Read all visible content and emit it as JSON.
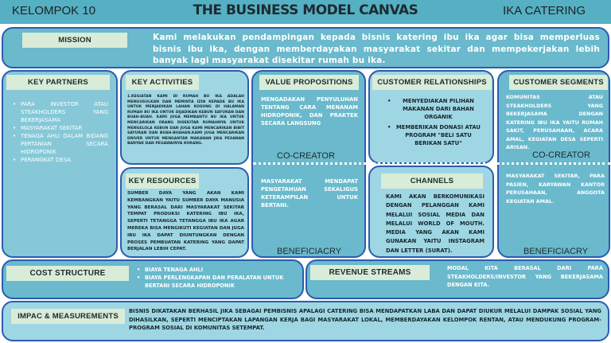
{
  "header": {
    "group": "KELOMPOK 10",
    "title": "THE BUSINESS MODEL CANVAS",
    "company": "IKA CATERING"
  },
  "mission": {
    "label": "MISSION",
    "text": "Kami melakukan pendampingan kepada bisnis katering ibu ika agar bisa memperluas bisnis ibu ika, dengan memberdayakan masyarakat sekitar dan mempekerjakan lebih banyak lagi masyarakat disekitar rumah bu ika."
  },
  "key_partners": {
    "label": "KEY PARTNERS",
    "items": [
      "PARA INVESTOR ATAU STEAKHOLDERS YANG BEKERJASAMA",
      "MASYARAKAT SEKITAR",
      "TENAGA AHLI DALAM BIDANG PERTANIAN SECARA HIDROPONIK",
      "PERANGKAT DESA"
    ]
  },
  "key_activities": {
    "label": "KEY ACTIVITIES",
    "text": "1.KEGIATAN KAMI DI RUMAH BU IKA ADALAH MENGUSULKAN DAN MEMINTA IZIN KEPADA BU IKA UNTUK MENJADIKAN LAHAN KOSONG DI HALAMAN RUMAH BU IKA UNTUK DIJADIKAN KEBUN SAYURAN DAN BUAH-BUAH. KAMI JUGA MEMBANTU BU IKA UNTUK MENCARIKAN ORANG DISEKITAR RUMAHNYA UNTUK MENGELOLA KEBUN DAN JUGA KAMI MENCARIKAN BIBIT SAYURAN DAN BUAH-BUAHAN.KAMI JUGA MENCARIKAN DRIVER UNTUK MENGANTAR MAKANAN JIKA PESANAN BANYAK DAN PEGAWAINYA KURANG."
  },
  "key_resources": {
    "label": "KEY RESOURCES",
    "text": "SUMBER DAYA YANG AKAN KAMI KEMBANGKAN YAITU SUMBER DAYA MANUSIA YANG BERASAL DARI MASYARAKAT SEKITAR TEMPAT PRODUKSI KATERING IBU IKA, SEPERTI TETANGGA TETANGGA IBU IKA AGAR MEREKA BISA MENGIKUTI KEGIATAN DAN JUGA IBU IKA DAPAT DIUNTUNGKAN DENGAN PROSES PEMBUATAN KATERING YANG DAPAT BERJALAN LEBIH CEPAT."
  },
  "value_propositions": {
    "label": "VALUE PROPOSITIONS",
    "text_top": "MENGADAKAN PENYULUHAN TENTANG CARA MENANAM HIDROPONIK, DAN PRAKTEK SECARA LANGSUNG",
    "co_creator": "CO-CREATOR",
    "text_bottom": "MASYARAKAT MENDAPAT PENGETAHUAN SEKALIGUS KETERAMPILAN UNTUK BERTANI.",
    "beneficiary": "BENEFICIACRY"
  },
  "customer_relationships": {
    "label": "CUSTOMER RELATIONSHIPS",
    "items": [
      "MENYEDIAKAN PILIHAN MAKANAN DARI BAHAN ORGANIK",
      "MEMBERIKAN DONASI ATAU PROGRAM \"BELI SATU BERIKAN SATU\""
    ]
  },
  "channels": {
    "label": "CHANNELS",
    "text": "KAMI AKAN BERKOMUNIKASI DENGAN PELANGGAN KAMI MELALUI SOSIAL MEDIA DAN MELALUI WORLD OF MOUTH. MEDIA YANG AKAN KAMI GUNAKAN YAITU INSTAGRAM DAN LETTER (SURAT)."
  },
  "customer_segments": {
    "label": "CUSTOMER SEGMENTS",
    "text_top": "KOMUNITAS ATAU STEAKHOLDERS YANG BEKERJASAMA DENGAN KATERING IBU IKA YAITU RUMAH SAKIT, PERUSAHAAN, ACARA AMAL, KEGIATAN DESA SEPERTI ARISAN.",
    "co_creator": "CO-CREATOR",
    "text_bottom": "MASYARAKAT SEKITAR, PARA PASIEN, KARYAWAN KANTOR PERUSAHAAN, ANGGOTA KEGIATAN AMAL.",
    "beneficiary": "BENEFICIACRY"
  },
  "cost_structure": {
    "label": "COST STRUCTURE",
    "items": [
      "BIAYA TENAGA AHLI",
      "BIAYA PERLENGKAPAN DAN PERALATAN UNTUK BERTANI SECARA HIDROPONIK"
    ]
  },
  "revenue_streams": {
    "label": "REVENUE STREAMS",
    "text": "MODAL KITA BERASAL DARI PARA STEAKHOLDERS/INVESTOR YANG BEKERJASAMA DENGAN KITA."
  },
  "impact": {
    "label": "IMPAC & MEASUREMENTS",
    "text": "BISNIS DIKATAKAN BERHASIL JIKA SEBAGAI PEMBISNIS APALAGI CATERING BISA MENDAPATKAN LABA DAN DAPAT DIUKUR MELALUI DAMPAK SOSIAL YANG DIHASILKAN, SEPERTI MENCIPTAKAN LAPANGAN KERJA BAGI MASYARAKAT LOKAL, MEMBERDAYAKAN KELOMPOK RENTAN, ATAU MENDUKUNG PROGRAM-PROGRAM SOSIAL DI KOMUNITAS SETEMPAT."
  },
  "colors": {
    "header": "#55b0c4",
    "box_dark": "#6ab9cc",
    "box_light": "#9fd6e3",
    "border": "#2a5db0",
    "label_bg": "#d9ecd8"
  }
}
